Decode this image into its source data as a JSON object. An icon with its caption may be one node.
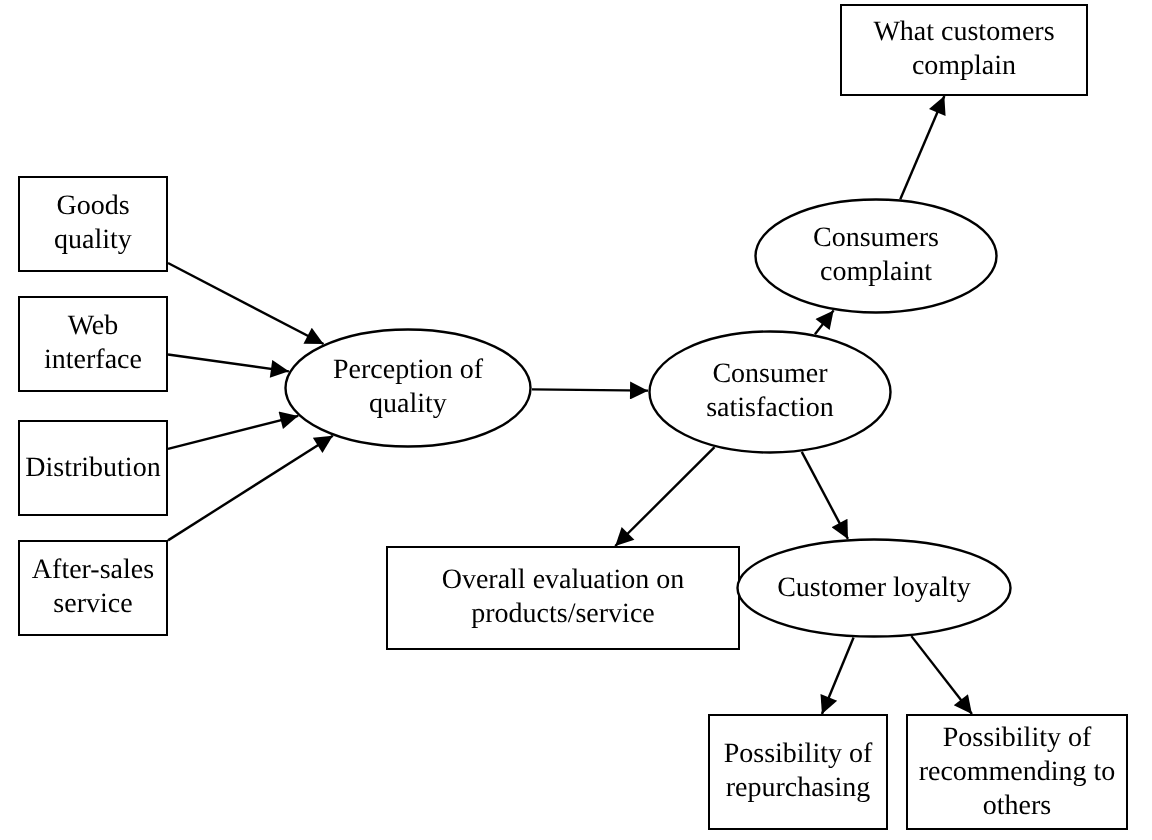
{
  "diagram": {
    "nodes": [
      {
        "text": [
          "Goods quality"
        ]
      },
      {
        "text": [
          "Web interface"
        ]
      },
      {
        "text": [
          "Distribution"
        ]
      },
      {
        "text": [
          "After-sales service"
        ]
      },
      {
        "text": [
          "Perception of quality"
        ]
      },
      {
        "text": [
          "Consumer satisfaction"
        ]
      },
      {
        "text": [
          "Consumers complaint"
        ]
      },
      {
        "text": [
          "What customers complain"
        ]
      },
      {
        "text": [
          "Overall evaluation on products/service"
        ]
      },
      {
        "text": [
          "Customer loyalty"
        ]
      },
      {
        "text": [
          "Possibility of repurchasing"
        ]
      },
      {
        "text": [
          "Possibility of recommending to others"
        ]
      }
    ],
    "edges": [
      {
        "from": 0,
        "to": 4,
        "arrow": "to"
      },
      {
        "from": 1,
        "to": 4,
        "arrow": "to"
      },
      {
        "from": 2,
        "to": 4,
        "arrow": "to"
      },
      {
        "from": 3,
        "to": 4,
        "arrow": "to"
      },
      {
        "from": 4,
        "to": 5,
        "arrow": "to"
      },
      {
        "from": 5,
        "to": 6,
        "arrow": "to"
      },
      {
        "from": 6,
        "to": 7,
        "arrow": "to"
      },
      {
        "from": 5,
        "to": 8,
        "arrow": "to"
      },
      {
        "from": 5,
        "to": 9,
        "arrow": "to"
      },
      {
        "from": 9,
        "to": 10,
        "arrow": "to"
      },
      {
        "from": 9,
        "to": 11,
        "arrow": "to"
      }
    ]
  }
}
